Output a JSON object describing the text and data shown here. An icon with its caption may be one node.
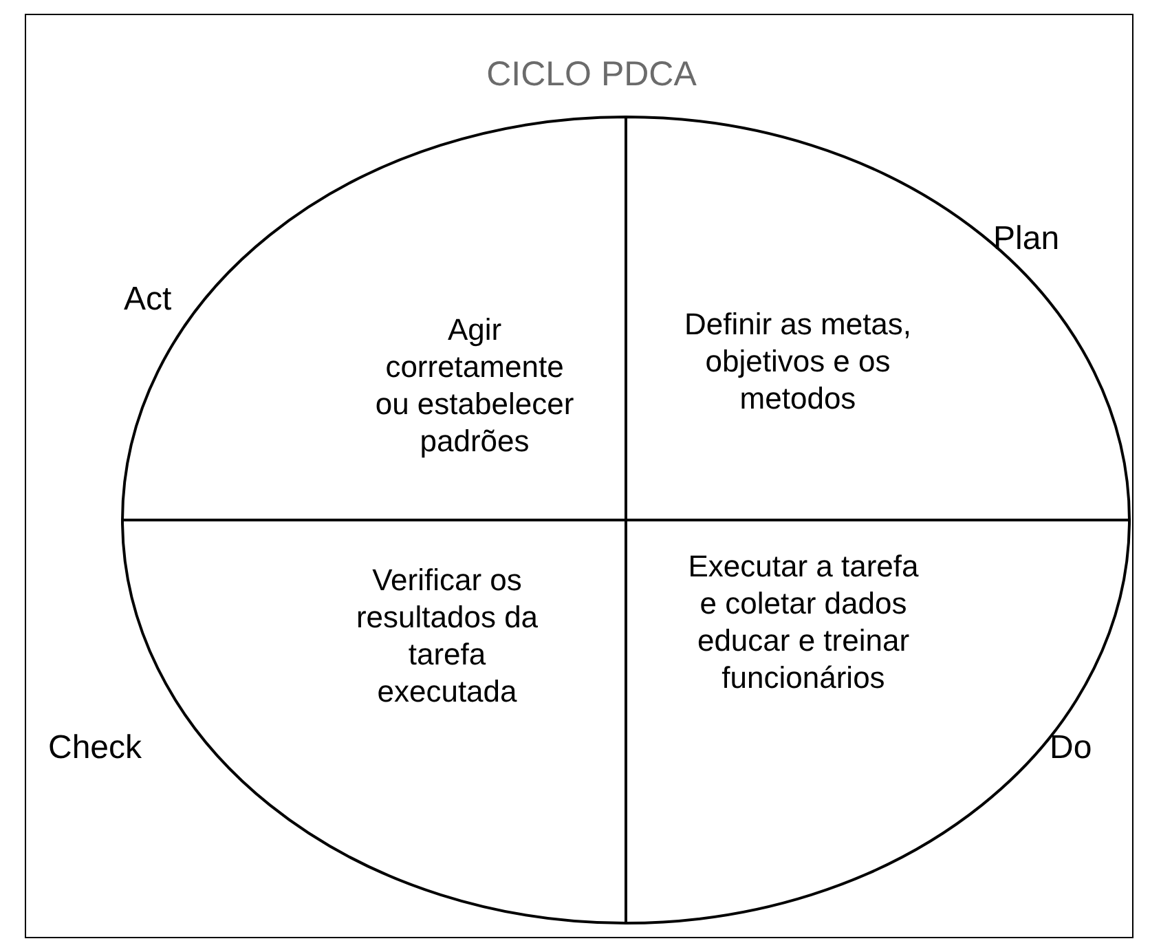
{
  "diagram": {
    "title": "CICLO PDCA",
    "nodes": [
      {
        "text": [
          "Agir corretamente ou estabelecer padrões"
        ]
      },
      {
        "text": [
          "Definir as metas, objetivos e os metodos"
        ]
      },
      {
        "text": [
          "Verificar os resultados da tarefa executada"
        ]
      },
      {
        "text": [
          "Executar a tarefa e coletar dados educar e treinar funcionários"
        ]
      }
    ],
    "labels": [
      "Plan",
      "Act",
      "Check",
      "Do"
    ]
  }
}
